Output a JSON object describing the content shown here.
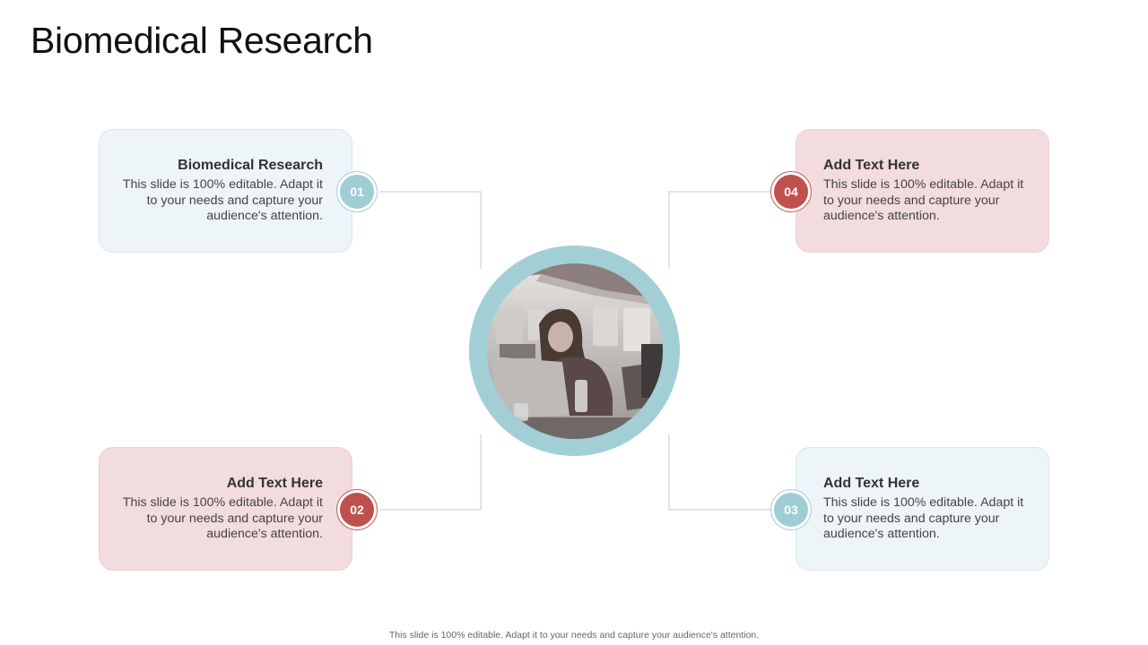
{
  "slide": {
    "title": "Biomedical Research",
    "footer": "This slide is 100% editable. Adapt it to your needs and capture your audience's attention."
  },
  "colors": {
    "teal": "#9fcdd5",
    "red": "#c0504d",
    "card_blue": "#edf5f8",
    "card_pink": "#f3dcdd",
    "hub_ring": "#a2cfd6"
  },
  "items": [
    {
      "number": "01",
      "title": "Biomedical Research",
      "body": "This slide is 100% editable. Adapt it to your needs and capture your audience's attention."
    },
    {
      "number": "02",
      "title": "Add Text Here",
      "body": "This slide is 100% editable. Adapt it to your needs and capture your audience's attention."
    },
    {
      "number": "03",
      "title": "Add Text Here",
      "body": "This slide is 100% editable. Adapt it to your needs and capture your audience's attention."
    },
    {
      "number": "04",
      "title": "Add Text Here",
      "body": "This slide is 100% editable. Adapt it to your needs and capture your audience's attention."
    }
  ],
  "hub_image": {
    "icon": "woman-at-laptop-photo"
  }
}
